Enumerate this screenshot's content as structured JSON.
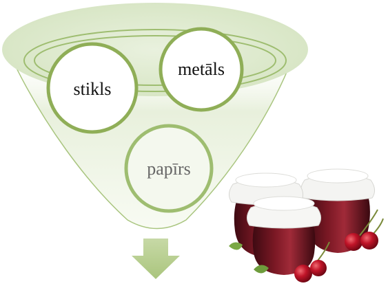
{
  "diagram": {
    "materials": [
      {
        "label": "stikls"
      },
      {
        "label": "metāls"
      },
      {
        "label": "papīrs"
      }
    ],
    "colors": {
      "funnel_fill": "#d6e5c3",
      "funnel_outline": "#8fb45f",
      "circle_stroke": "#8fae57",
      "arrow_fill": "#b9cf93",
      "label_dark": "#111111",
      "label_grey": "#666666"
    },
    "image": {
      "icon": "cherry-jam-jars"
    }
  }
}
